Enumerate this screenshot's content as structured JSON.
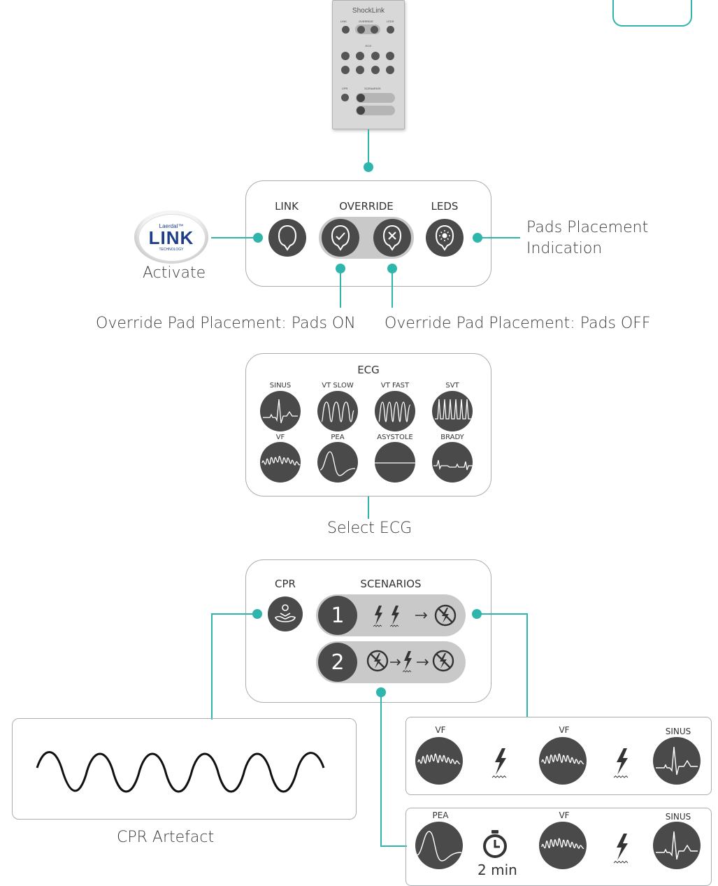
{
  "device": {
    "title": "ShockLink",
    "row1_labels": [
      "LINK",
      "OVERRIDE",
      "LEDS"
    ],
    "ecg_label": "ECG",
    "cpr_label": "CPR",
    "scenarios_label": "SCENARIOS"
  },
  "link_panel": {
    "link_label": "LINK",
    "override_label": "OVERRIDE",
    "leds_label": "LEDS"
  },
  "laerdal_logo": {
    "brand": "Laerdal™",
    "name": "LINK",
    "sub": "TECHNOLOGY"
  },
  "captions": {
    "activate": "Activate",
    "pads_placement_line1": "Pads Placement",
    "pads_placement_line2": "Indication",
    "override_on": "Override Pad Placement: Pads ON",
    "override_off": "Override Pad Placement: Pads OFF",
    "select_ecg": "Select ECG",
    "cpr_artefact": "CPR Artefact",
    "two_min": "2 min"
  },
  "ecg_panel": {
    "title": "ECG",
    "rhythms": [
      "SINUS",
      "VT SLOW",
      "VT FAST",
      "SVT",
      "VF",
      "PEA",
      "ASYSTOLE",
      "BRADY"
    ]
  },
  "scenario_panel": {
    "cpr_label": "CPR",
    "scenarios_label": "SCENARIOS",
    "scenario1_number": "1",
    "scenario2_number": "2"
  },
  "scenario1_sequence": [
    "VF",
    "VF",
    "SINUS"
  ],
  "scenario2_sequence": [
    "PEA",
    "VF",
    "SINUS"
  ],
  "colors": {
    "accent": "#2fb6ac",
    "button": "#4a4a4a",
    "pill": "#c9c9c9"
  },
  "icons": [
    "check-pad-icon",
    "x-pad-icon",
    "led-pad-icon",
    "cpr-hands-icon",
    "shock-icon",
    "no-shock-icon",
    "timer-icon"
  ]
}
